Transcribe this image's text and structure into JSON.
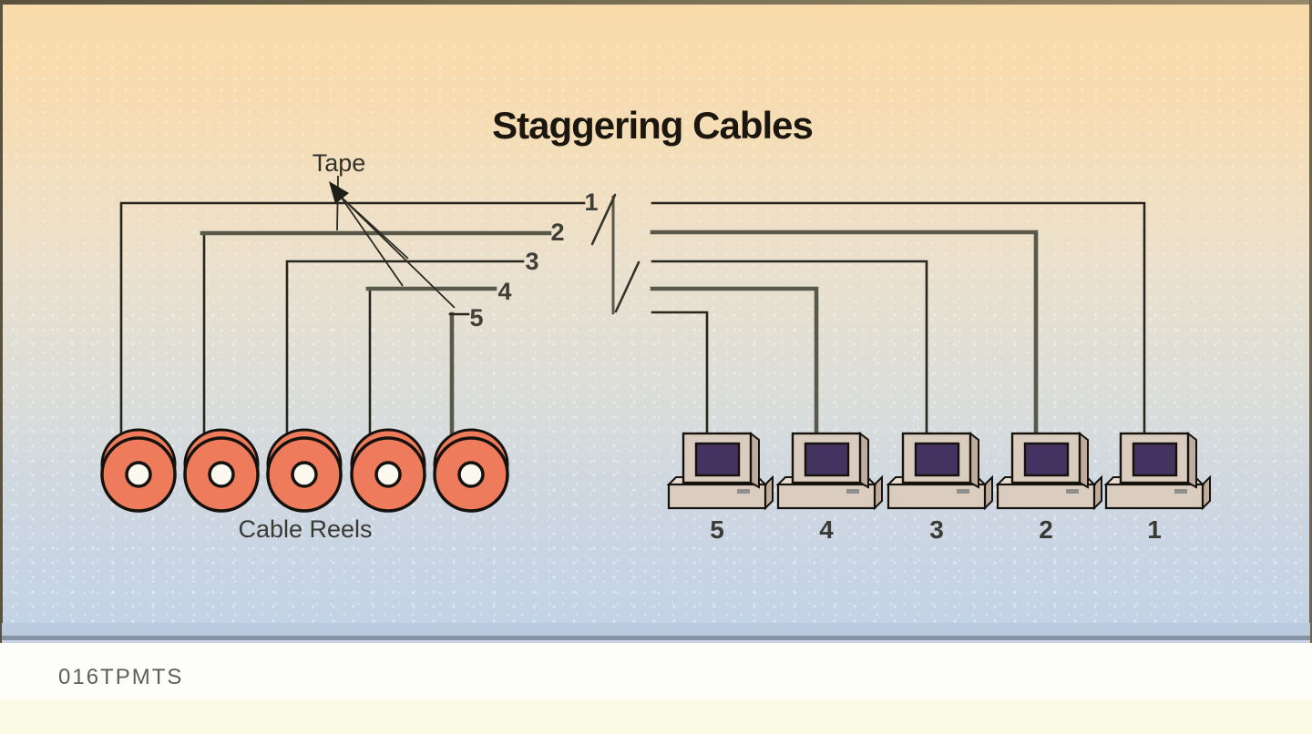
{
  "figure": {
    "title": "Staggering Cables",
    "tape_label": "Tape",
    "reels_label": "Cable Reels",
    "code": "016TPMTS",
    "cable_numbers": [
      "1",
      "2",
      "3",
      "4",
      "5"
    ],
    "computer_numbers": [
      "5",
      "4",
      "3",
      "2",
      "1"
    ],
    "colors": {
      "reel_salmon": "#EE7B5B",
      "screen_purple": "#443260",
      "casing_beige": "#DACCBF",
      "bg_top_peach": "#F9DBAB",
      "bg_bottom_blue": "#C3D3E6",
      "cable_thin": "#26261F",
      "cable_thick": "#59594B",
      "bottom_bar_blue": "#BACBDF",
      "footer_yellow": "#FAFAE5"
    }
  }
}
